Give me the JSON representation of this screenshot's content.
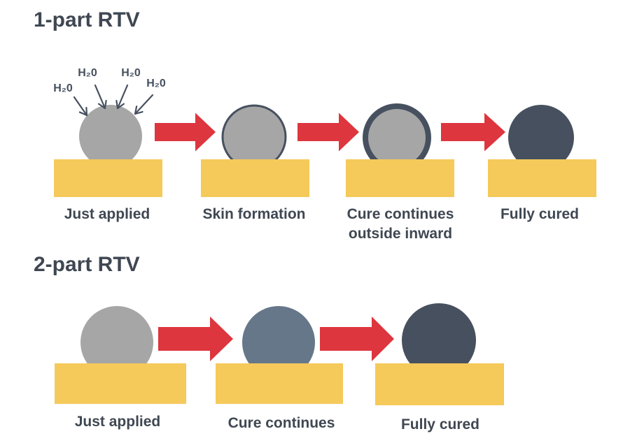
{
  "section1": {
    "title": "1-part RTV",
    "stages": [
      {
        "label_lines": [
          "Just applied"
        ]
      },
      {
        "label_lines": [
          "Skin formation"
        ]
      },
      {
        "label_lines": [
          "Cure continues",
          "outside inward"
        ]
      },
      {
        "label_lines": [
          "Fully cured"
        ]
      }
    ],
    "moisture_label": "H₂0"
  },
  "section2": {
    "title": "2-part RTV",
    "stages": [
      {
        "label_lines": [
          "Just applied"
        ]
      },
      {
        "label_lines": [
          "Cure continues"
        ]
      },
      {
        "label_lines": [
          "Fully cured"
        ]
      }
    ]
  },
  "colors": {
    "substrate": "#f5c95a",
    "uncured": "#a6a6a6",
    "partly_cured": "#66778a",
    "cured": "#46505f",
    "arrow": "#dd363e",
    "text": "#3f4752"
  }
}
